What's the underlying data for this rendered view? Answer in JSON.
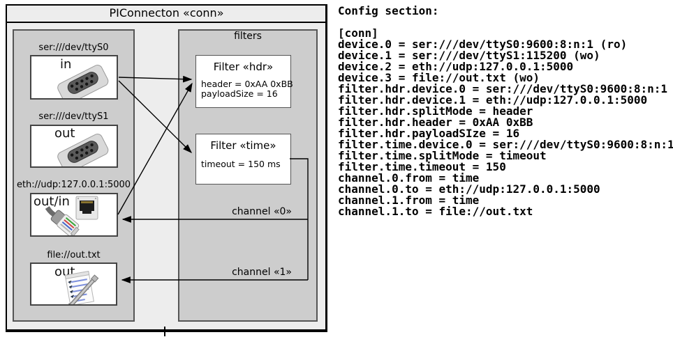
{
  "diagram": {
    "title": "PIConnecton «conn»",
    "devices_panel": {
      "devices": [
        {
          "label": "ser:///dev/ttyS0",
          "direction": "in",
          "icon": "serial-connector-icon"
        },
        {
          "label": "ser:///dev/ttyS1",
          "direction": "out",
          "icon": "serial-connector-icon"
        },
        {
          "label": "eth://udp:127.0.0.1:5000",
          "direction": "out/in",
          "icon": "ethernet-connector-icon"
        },
        {
          "label": "file://out.txt",
          "direction": "out",
          "icon": "notepad-icon"
        }
      ]
    },
    "filters_panel": {
      "title": "filters",
      "filters": [
        {
          "title": "Filter «hdr»",
          "attributes": [
            "header = 0xAA 0xBB",
            "payloadSize = 16"
          ]
        },
        {
          "title": "Filter «time»",
          "attributes": [
            "timeout = 150 ms"
          ]
        }
      ]
    },
    "channels": [
      {
        "label": "channel «0»"
      },
      {
        "label": "channel «1»"
      }
    ]
  },
  "config": {
    "heading": "Config section:",
    "lines": [
      "[conn]",
      "device.0 = ser:///dev/ttyS0:9600:8:n:1 (ro)",
      "device.1 = ser:///dev/ttyS1:115200 (wo)",
      "device.2 = eth://udp:127.0.0.1:5000",
      "device.3 = file://out.txt (wo)",
      "filter.hdr.device.0 = ser:///dev/ttyS0:9600:8:n:1",
      "filter.hdr.device.1 = eth://udp:127.0.0.1:5000",
      "filter.hdr.splitMode = header",
      "filter.hdr.header = 0xAA 0xBB",
      "filter.hdr.payloadSIze = 16",
      "filter.time.device.0 = ser:///dev/ttyS0:9600:8:n:1",
      "filter.time.splitMode = timeout",
      "filter.time.timeout = 150",
      "channel.0.from = time",
      "channel.0.to = eth://udp:127.0.0.1:5000",
      "channel.1.from = time",
      "channel.1.to = file://out.txt"
    ]
  },
  "colors": {
    "outer_fill": "#ededed",
    "panel_fill": "#cdcdcd",
    "panel_border": "#555555",
    "box_border": "#444444",
    "line": "#000000"
  }
}
